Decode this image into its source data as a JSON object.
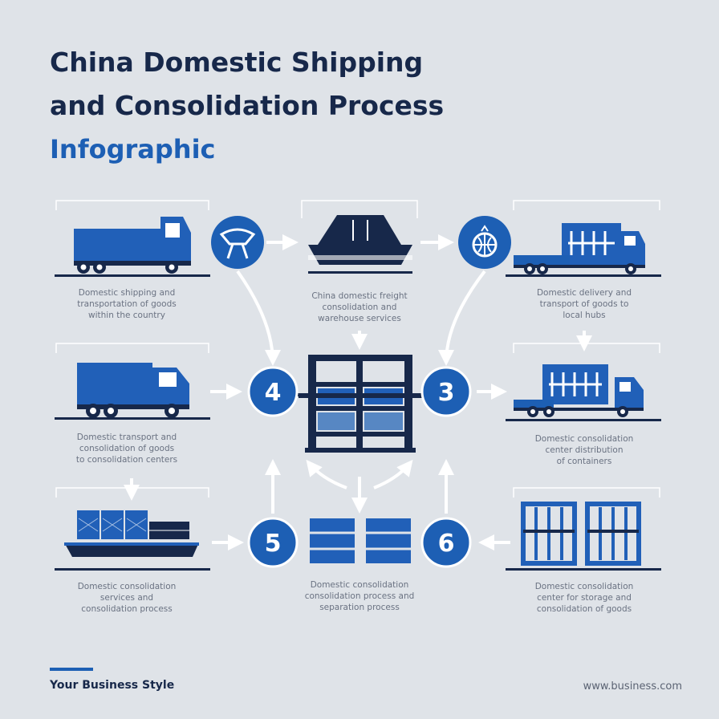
{
  "header": {
    "title_line1": "China Domestic Shipping",
    "title_line2": "and Consolidation Process",
    "subtitle": "Infographic"
  },
  "steps": [
    {
      "number": "4"
    },
    {
      "number": "3"
    },
    {
      "number": "5"
    },
    {
      "number": "6"
    }
  ],
  "captions": [
    {
      "line1": "Domestic shipping and",
      "line2": "transportation of goods",
      "line3": "within the country"
    },
    {
      "line1": "China domestic freight",
      "line2": "consolidation and",
      "line3": "warehouse services"
    },
    {
      "line1": "Domestic delivery and",
      "line2": "transport of goods to",
      "line3": "local hubs"
    },
    {
      "line1": "Domestic transport and",
      "line2": "consolidation of goods",
      "line3": "to consolidation centers"
    },
    {
      "line1": "Domestic consolidation",
      "line2": "center distribution",
      "line3": "of containers"
    },
    {
      "line1": "Domestic consolidation",
      "line2": "services and",
      "line3": "consolidation process"
    },
    {
      "line1": "Domestic consolidation",
      "line2": "consolidation process and",
      "line3": "separation process"
    },
    {
      "line1": "Domestic consolidation",
      "line2": "center for storage and",
      "line3": "consolidation of goods"
    }
  ],
  "footer": {
    "brand": "Your Business Style",
    "url": "www.business.com"
  },
  "colors": {
    "background": "#dfe3e8",
    "navy": "#17284a",
    "blue": "#1d5fb4",
    "white": "#ffffff"
  },
  "icons": [
    "truck-icon",
    "drone-icon",
    "ship-icon",
    "globe-icon",
    "container-truck-icon",
    "warehouse-rack-icon",
    "cargo-ship-icon",
    "box-stack-icon",
    "container-stack-icon"
  ]
}
